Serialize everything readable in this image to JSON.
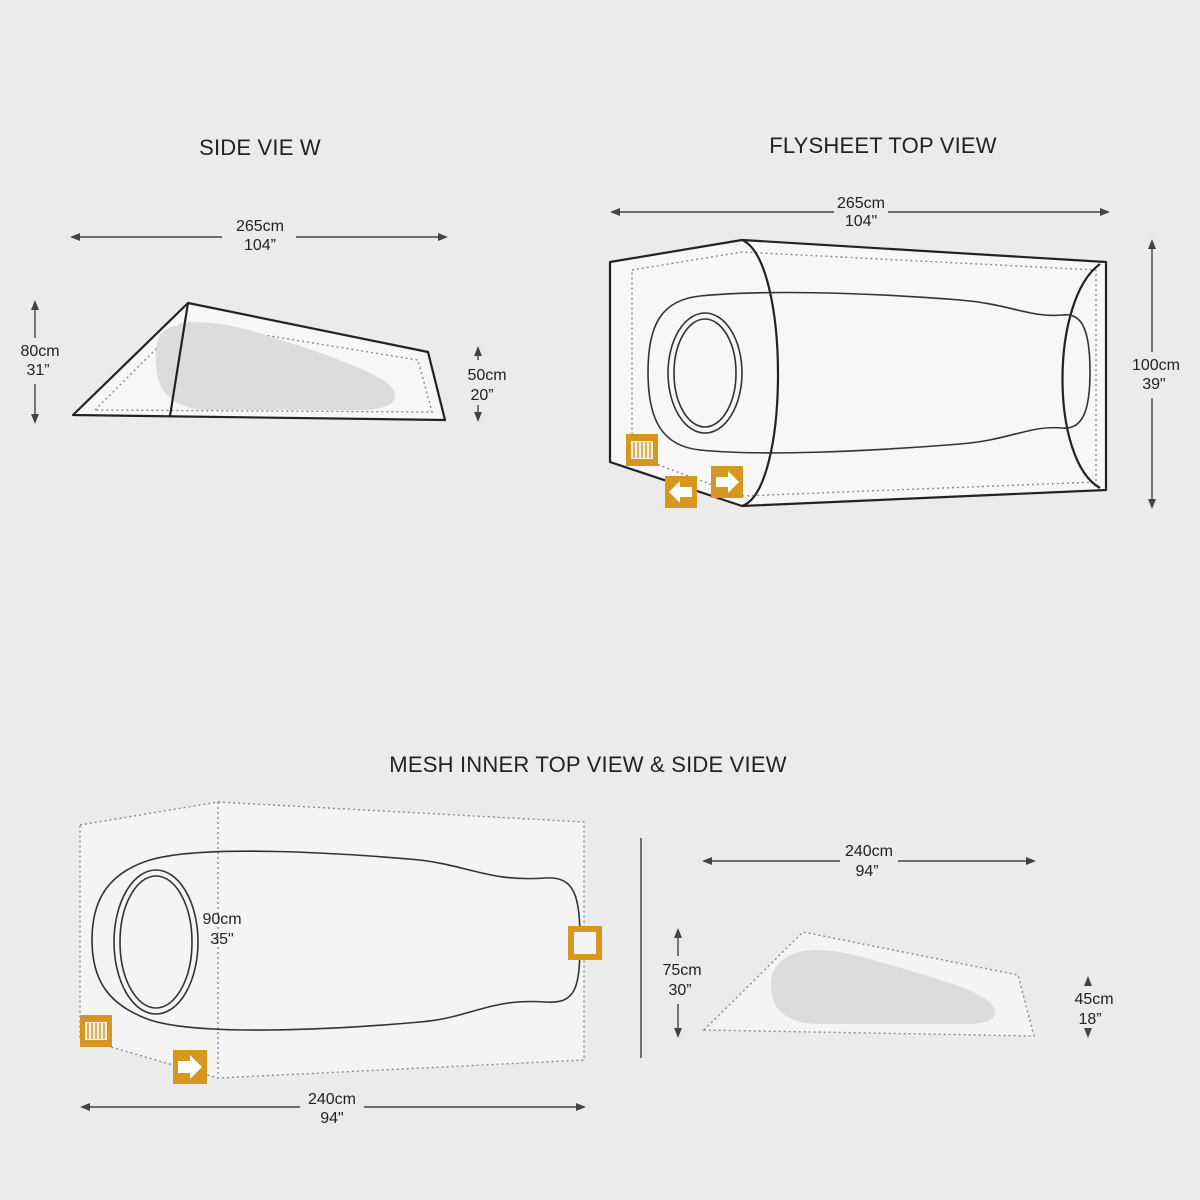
{
  "colors": {
    "background": "#ebebeb",
    "outline": "#222222",
    "accent": "#d7961e"
  },
  "side_view": {
    "title": "SIDE VIE W",
    "length_cm": "265cm",
    "length_in": "104”",
    "front_height_cm": "80cm",
    "front_height_in": "31”",
    "rear_height_cm": "50cm",
    "rear_height_in": "20”"
  },
  "flysheet_top_view": {
    "title": "FLYSHEET TOP VIEW",
    "length_cm": "265cm",
    "length_in": "104\"",
    "width_cm": "100cm",
    "width_in": "39\""
  },
  "mesh_inner": {
    "title": "MESH INNER TOP VIEW & SIDE VIEW",
    "top_width_cm": "90cm",
    "top_width_in": "35\"",
    "top_length_cm": "240cm",
    "top_length_in": "94\"",
    "side_length_cm": "240cm",
    "side_length_in": "94”",
    "side_front_height_cm": "75cm",
    "side_front_height_in": "30”",
    "side_rear_height_cm": "45cm",
    "side_rear_height_in": "18”"
  },
  "icons": {
    "vent": "vent-icon",
    "door_left": "arrow-left-icon",
    "door_right": "arrow-right-icon",
    "pocket": "pocket-icon"
  }
}
